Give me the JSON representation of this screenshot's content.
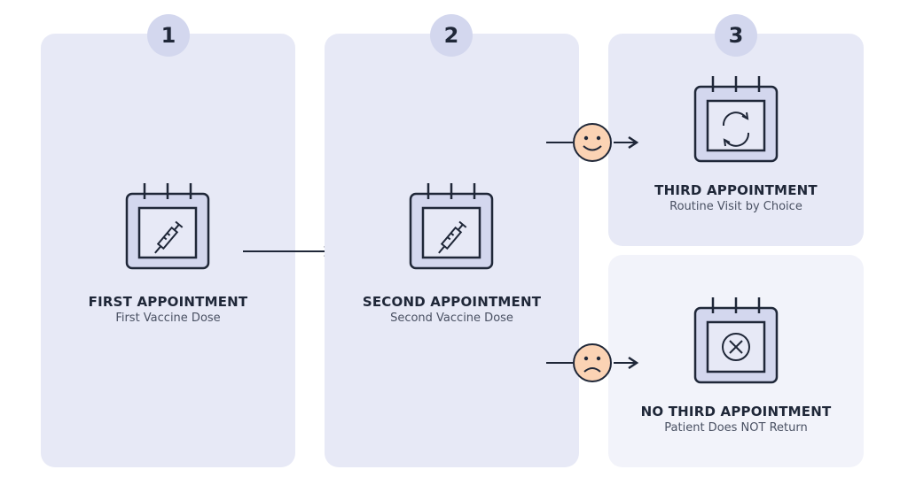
{
  "steps": [
    {
      "number": "1",
      "title": "FIRST APPOINTMENT",
      "subtitle": "First Vaccine Dose",
      "icon": "calendar-syringe-icon"
    },
    {
      "number": "2",
      "title": "SECOND APPOINTMENT",
      "subtitle": "Second Vaccine Dose",
      "icon": "calendar-syringe-icon"
    },
    {
      "number": "3"
    }
  ],
  "outcomes": [
    {
      "title": "THIRD APPOINTMENT",
      "subtitle": "Routine Visit by Choice",
      "icon": "calendar-refresh-icon",
      "face": "smiley-face-icon"
    },
    {
      "title": "NO THIRD APPOINTMENT",
      "subtitle": "Patient Does NOT Return",
      "icon": "calendar-x-icon",
      "face": "frowny-face-icon"
    }
  ],
  "colors": {
    "panel": "#e7e9f6",
    "panel_light": "#f2f3fa",
    "badge": "#d3d7ee",
    "calendar_fill": "#d3d7ee",
    "stroke": "#1f2738",
    "face": "#fbd3b4"
  }
}
